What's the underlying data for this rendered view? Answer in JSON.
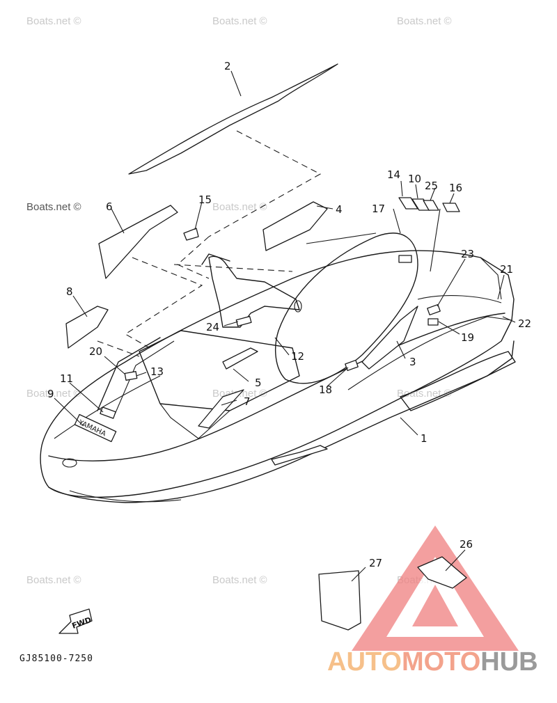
{
  "watermark": "Boats.net ©",
  "part_code": "GJ85100-7250",
  "fwd_label": "FWD",
  "brand_on_hull": "YAMAHA",
  "logo": {
    "part1": "AUTO",
    "part2": "MOTO",
    "part3": "HUB"
  },
  "callouts": {
    "c1": "1",
    "c2": "2",
    "c3": "3",
    "c4": "4",
    "c5": "5",
    "c6": "6",
    "c7": "7",
    "c8": "8",
    "c9": "9",
    "c10": "10",
    "c11": "11",
    "c12": "12",
    "c13": "13",
    "c14": "14",
    "c15": "15",
    "c16": "16",
    "c17": "17",
    "c18": "18",
    "c19": "19",
    "c20": "20",
    "c21": "21",
    "c22": "22",
    "c23": "23",
    "c24": "24",
    "c25": "25",
    "c26": "26",
    "c27": "27"
  },
  "colors": {
    "line": "#1a1a1a",
    "watermark": "#c9c9c9",
    "logo_triangle": "#f08080"
  }
}
